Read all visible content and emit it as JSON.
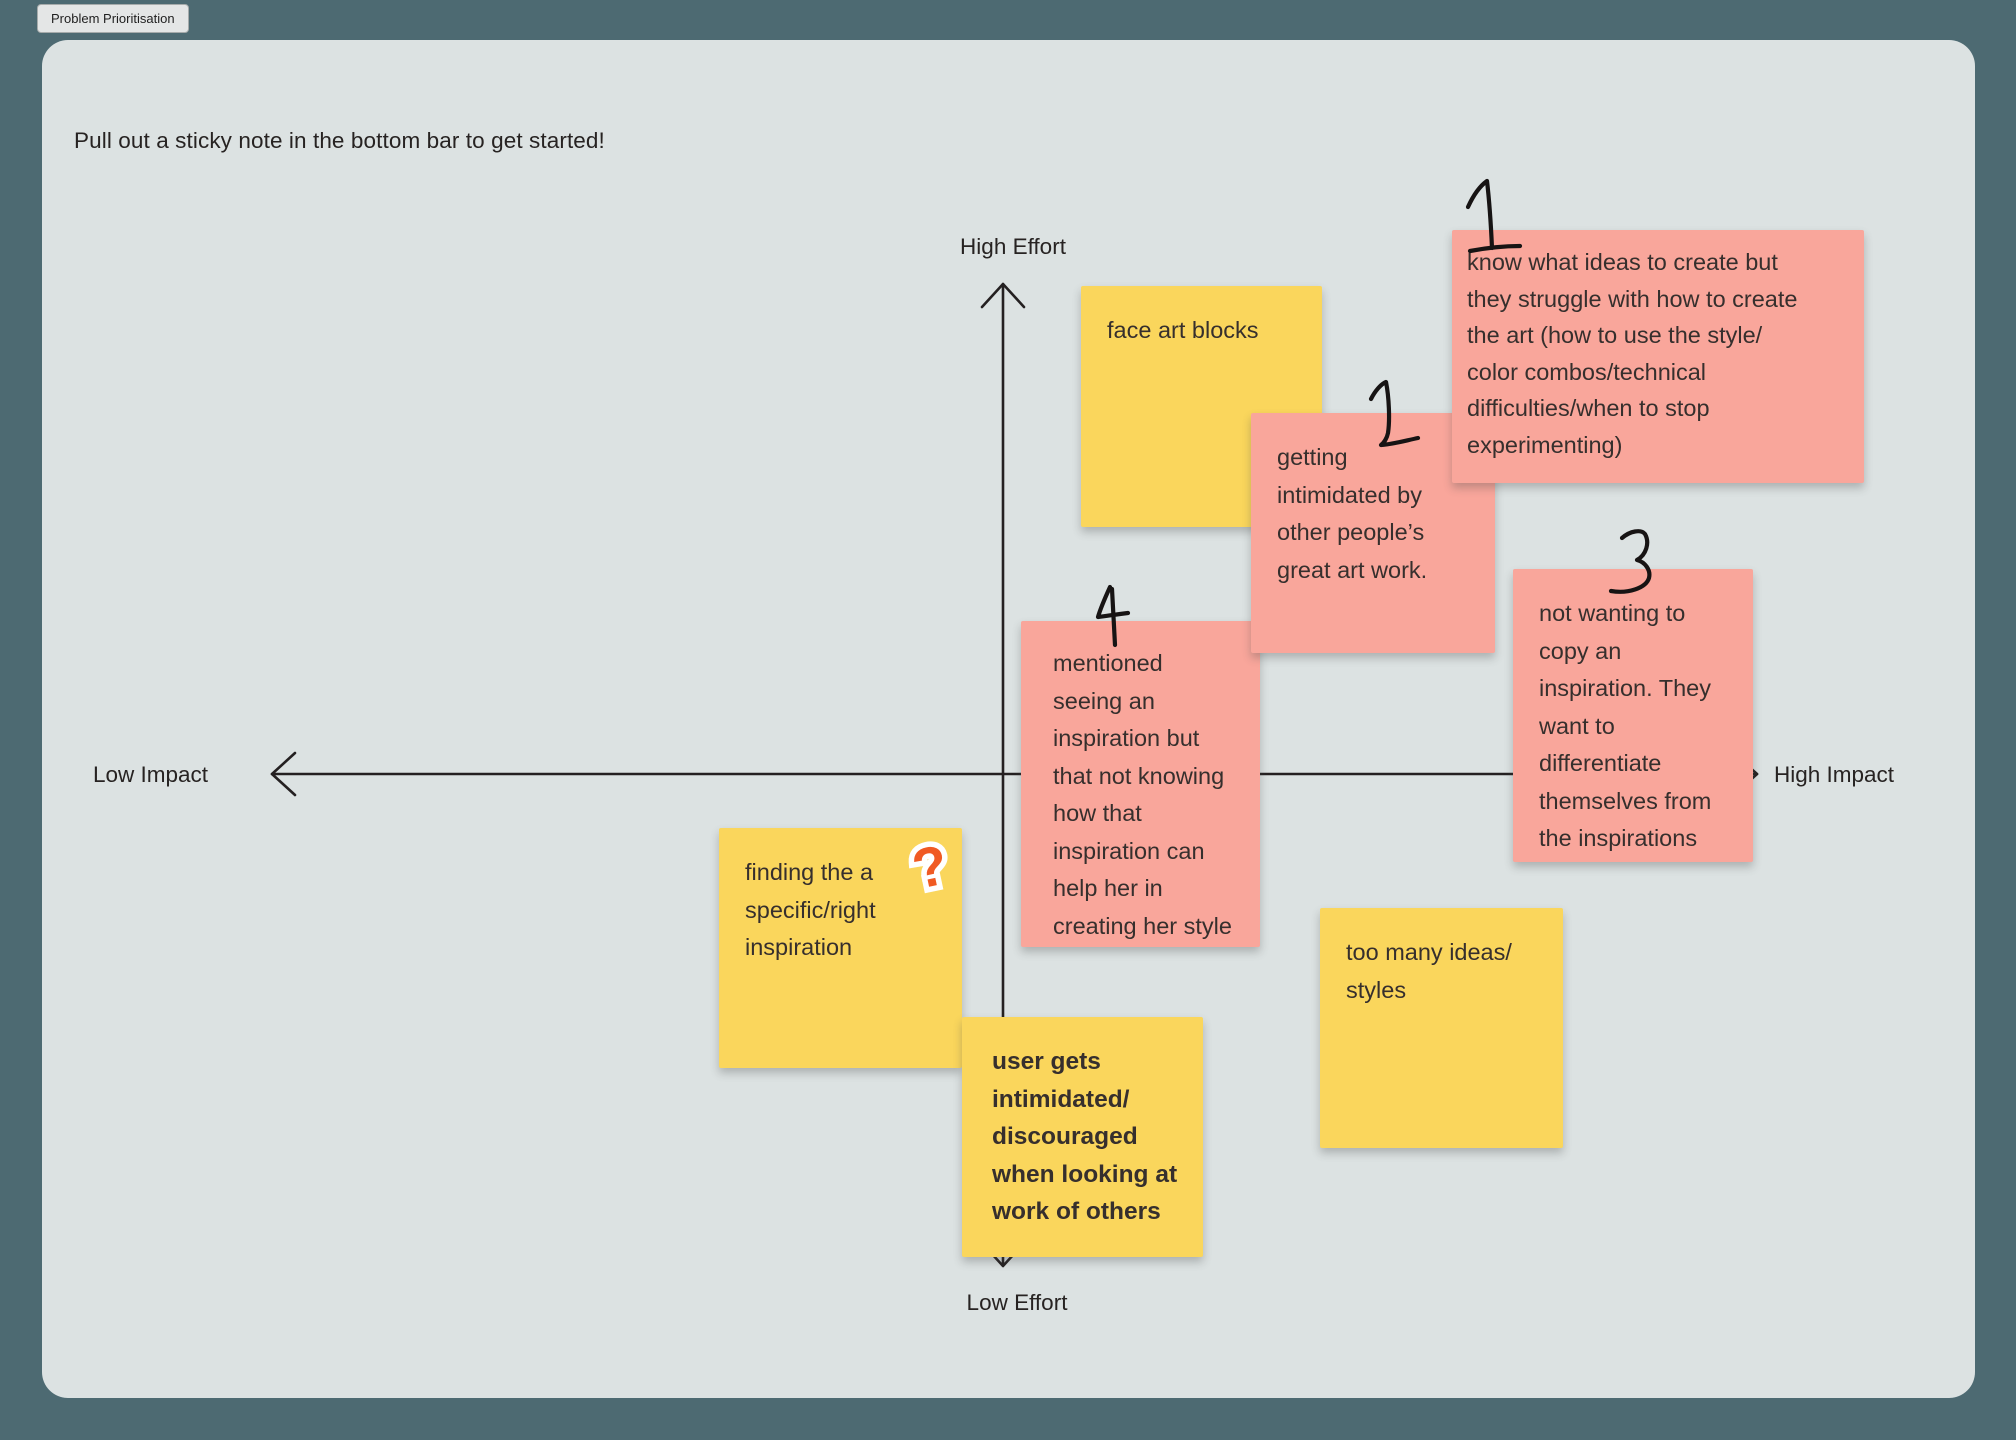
{
  "window": {
    "tab_label": "Problem Prioritisation"
  },
  "canvas": {
    "hint": "Pull out a sticky note in the bottom bar to get started!"
  },
  "axes": {
    "top": "High Effort",
    "bottom": "Low Effort",
    "left": "Low Impact",
    "right": "High Impact"
  },
  "notes": {
    "face": {
      "color": "#FAD65C",
      "text": "face art blocks"
    },
    "rank1": {
      "color": "#F9A69B",
      "rank": "1",
      "text": "know what ideas to create but\nthey struggle with how to create\nthe art (how to use the style/\ncolor combos/technical\ndifficulties/when to stop\nexperimenting)"
    },
    "rank2": {
      "color": "#F9A69B",
      "rank": "2",
      "text": "getting\nintimidated by\nother people’s\ngreat art work."
    },
    "rank3": {
      "color": "#F9A69B",
      "rank": "3",
      "text": "not wanting to\ncopy an\ninspiration. They\nwant to\ndifferentiate\nthemselves from\nthe inspirations"
    },
    "rank4": {
      "color": "#F9A69B",
      "rank": "4",
      "text": "mentioned\nseeing an\ninspiration but\nthat not knowing\nhow that\ninspiration can\nhelp her in\ncreating her style"
    },
    "finding": {
      "color": "#FAD65C",
      "text": "finding the a\nspecific/right\ninspiration"
    },
    "user_gets": {
      "color": "#FAD65C",
      "bold": true,
      "text": "user gets\nintimidated/\ndiscouraged\nwhen looking at\nwork of others"
    },
    "too_many": {
      "color": "#FAD65C",
      "text": "too many ideas/\nstyles"
    }
  },
  "sticker": {
    "glyph": "?",
    "color": "#F05A23"
  },
  "palette": {
    "background": "#4D6A72",
    "canvas": "#DCE2E2",
    "note_yellow": "#FAD65C",
    "note_pink": "#F9A69B",
    "axis_ink": "#242021",
    "note_text": "#362F2D"
  }
}
